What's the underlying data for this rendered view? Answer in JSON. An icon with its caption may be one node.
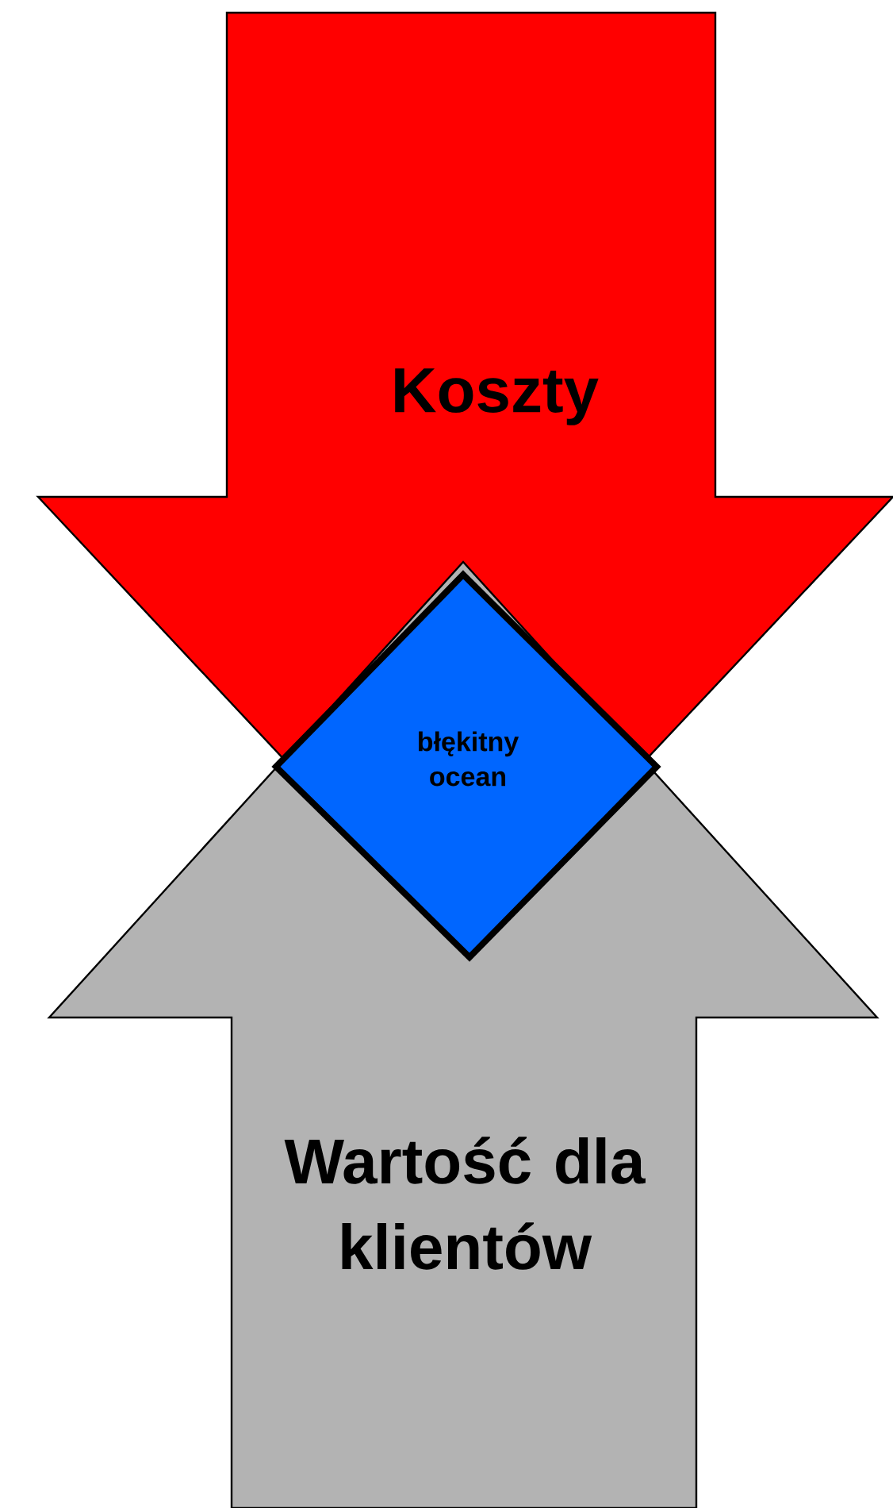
{
  "diagram": {
    "nodes": [
      {
        "text": [
          "Koszty"
        ]
      },
      {
        "text": [
          "Wartość dla klientów"
        ]
      },
      {
        "text": [
          "błękitny ocean"
        ]
      }
    ]
  }
}
